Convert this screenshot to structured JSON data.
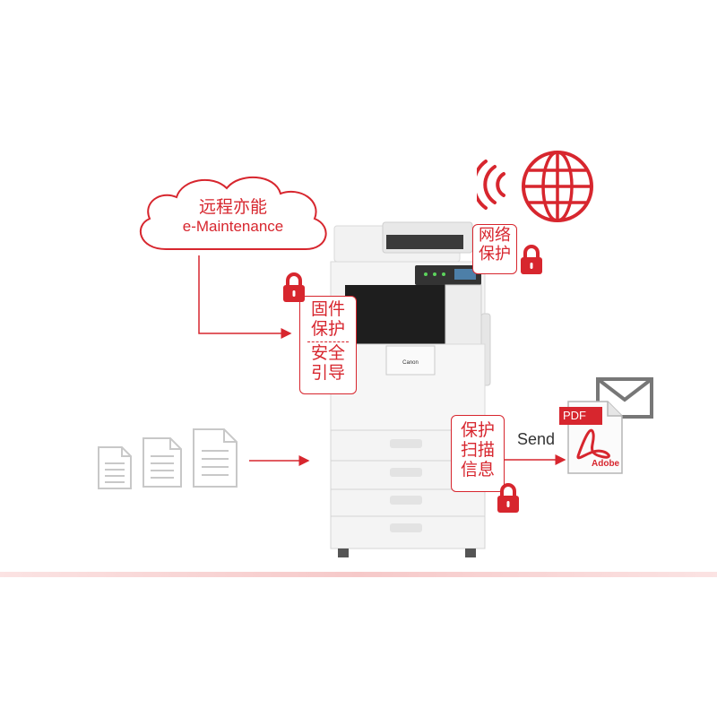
{
  "cloud": {
    "line1": "远程亦能",
    "line2": "e-Maintenance"
  },
  "firmware_box": {
    "line1": "固件",
    "line2": "保护",
    "line3": "安全",
    "line4": "引导"
  },
  "network_box": {
    "line1": "网络",
    "line2": "保护"
  },
  "scan_box": {
    "line1": "保护",
    "line2": "扫描",
    "line3": "信息"
  },
  "send_label": "Send",
  "pdf": {
    "badge": "PDF",
    "brand": "Adobe"
  },
  "printer": {
    "brand": "Canon"
  },
  "colors": {
    "accent": "#d7262e",
    "gray": "#bfbfbf"
  },
  "icons": [
    "cloud-icon",
    "globe-icon",
    "wifi-signal-icon",
    "lock-icon",
    "document-icon",
    "mail-icon",
    "pdf-file-icon",
    "printer-image"
  ]
}
